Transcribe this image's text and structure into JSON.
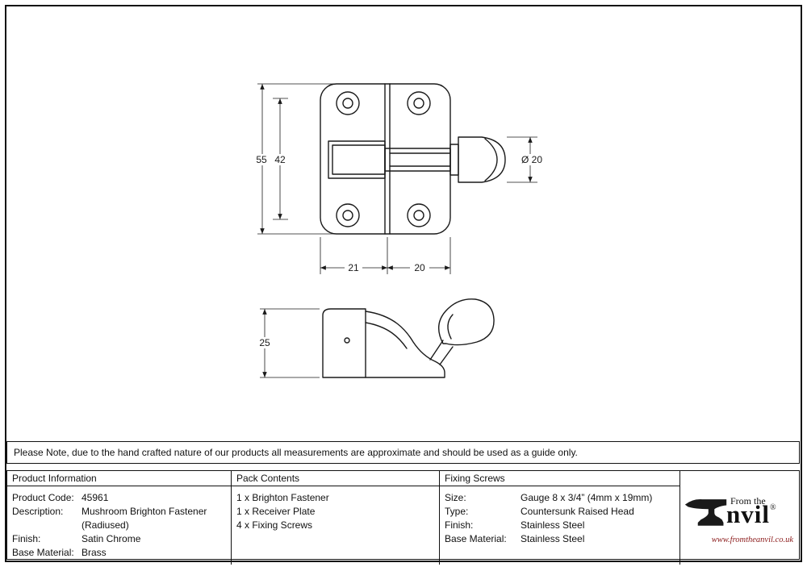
{
  "note": {
    "text": "Please Note, due to the hand crafted nature of our products all measurements are approximate and should be used as a guide only."
  },
  "drawing": {
    "front_view": {
      "dim_height_overall": "55",
      "dim_height_inner": "42",
      "dim_knob_diameter": "Ø 20",
      "dim_width_left": "21",
      "dim_width_right": "20"
    },
    "side_view": {
      "dim_receiver_height": "25"
    }
  },
  "table": {
    "product_information": {
      "header": "Product Information",
      "rows": [
        {
          "label": "Product Code:",
          "value": "45961"
        },
        {
          "label": "Description:",
          "value": "Mushroom Brighton Fastener",
          "value2": "(Radiused)"
        },
        {
          "label": "Finish:",
          "value": "Satin Chrome"
        },
        {
          "label": "Base Material:",
          "value": "Brass"
        }
      ]
    },
    "pack_contents": {
      "header": "Pack Contents",
      "items": [
        "1 x Brighton Fastener",
        "1 x Receiver Plate",
        "4 x Fixing Screws"
      ]
    },
    "fixing_screws": {
      "header": "Fixing Screws",
      "rows": [
        {
          "label": "Size:",
          "value": "Gauge 8 x 3/4” (4mm x 19mm)"
        },
        {
          "label": "Type:",
          "value": "Countersunk Raised Head"
        },
        {
          "label": "Finish:",
          "value": "Stainless Steel"
        },
        {
          "label": "Base Material:",
          "value": "Stainless Steel"
        }
      ]
    }
  },
  "brand": {
    "tagline": "From the",
    "wordmark": "nvil",
    "registered": "®",
    "website": "www.fromtheanvil.co.uk"
  },
  "colors": {
    "ink": "#1a1a1a",
    "website_red": "#8b1a1a"
  }
}
